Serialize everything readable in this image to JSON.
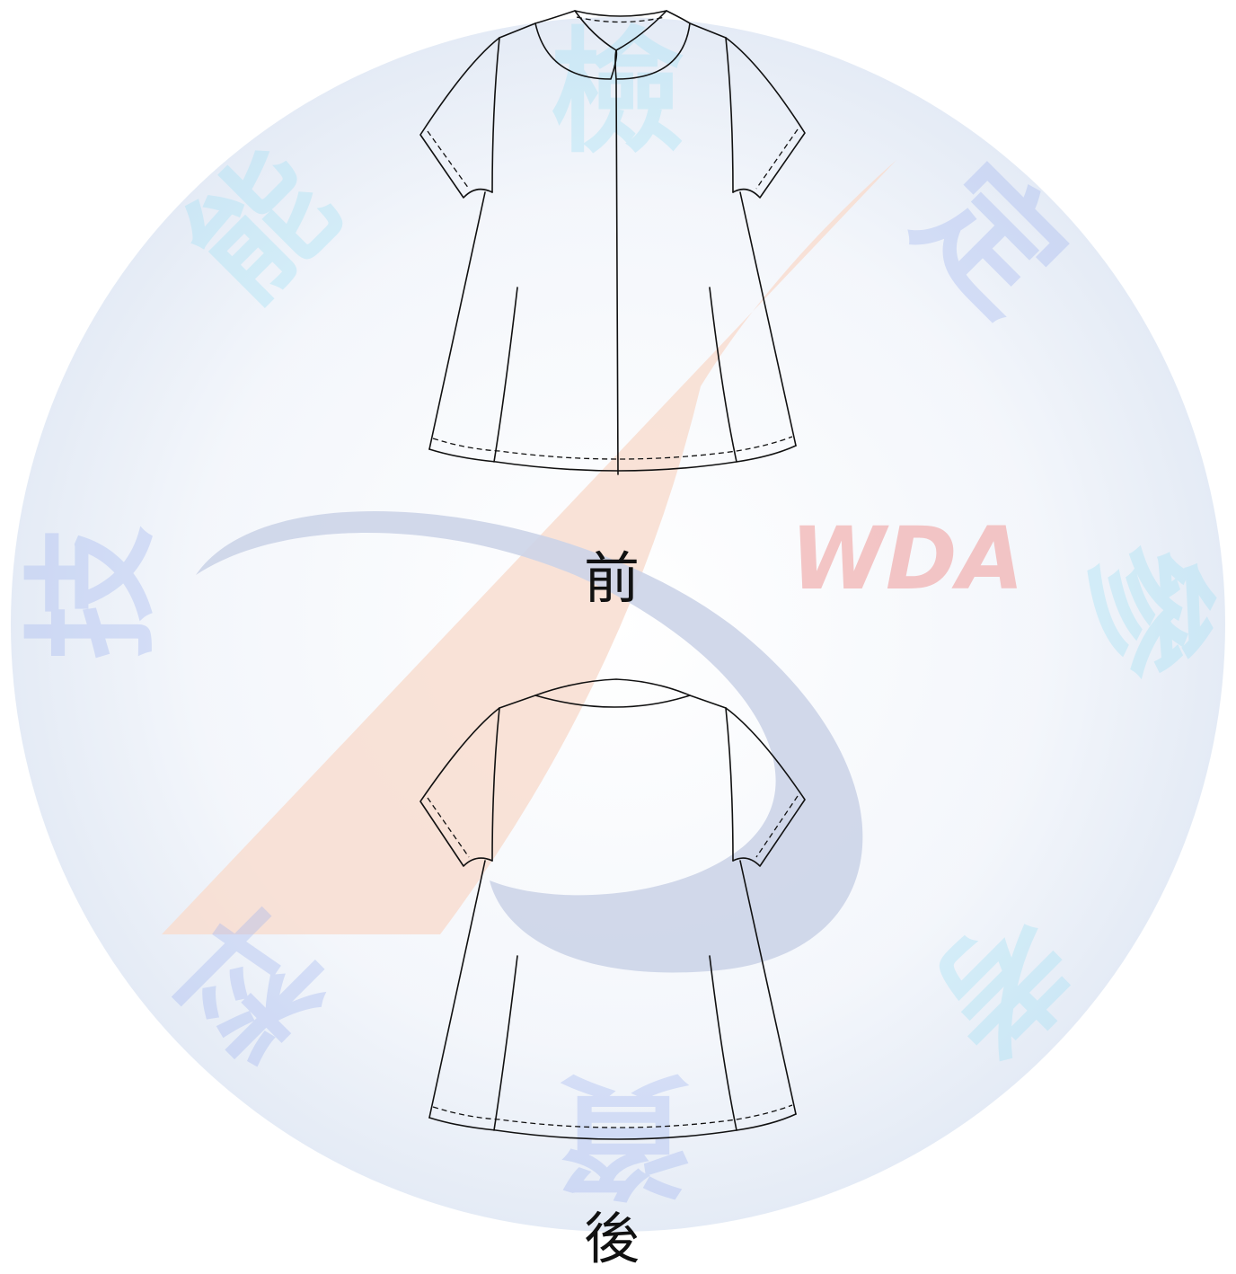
{
  "views": {
    "front_label": "前",
    "back_label": "後"
  },
  "watermark": {
    "logo_text": "WDA",
    "characters": [
      "檢",
      "定",
      "參",
      "考",
      "資",
      "料",
      "技",
      "能"
    ],
    "disc_color": "#e3eaf5",
    "swoosh_color": "#ccd4e8",
    "wedge_color": "#f8ddd0",
    "logo_text_color": "#f2b8b8",
    "char_color_blue": "#9fb4f0",
    "char_color_cyan": "#9fe0f5"
  },
  "drawing": {
    "line_color": "#111111"
  }
}
